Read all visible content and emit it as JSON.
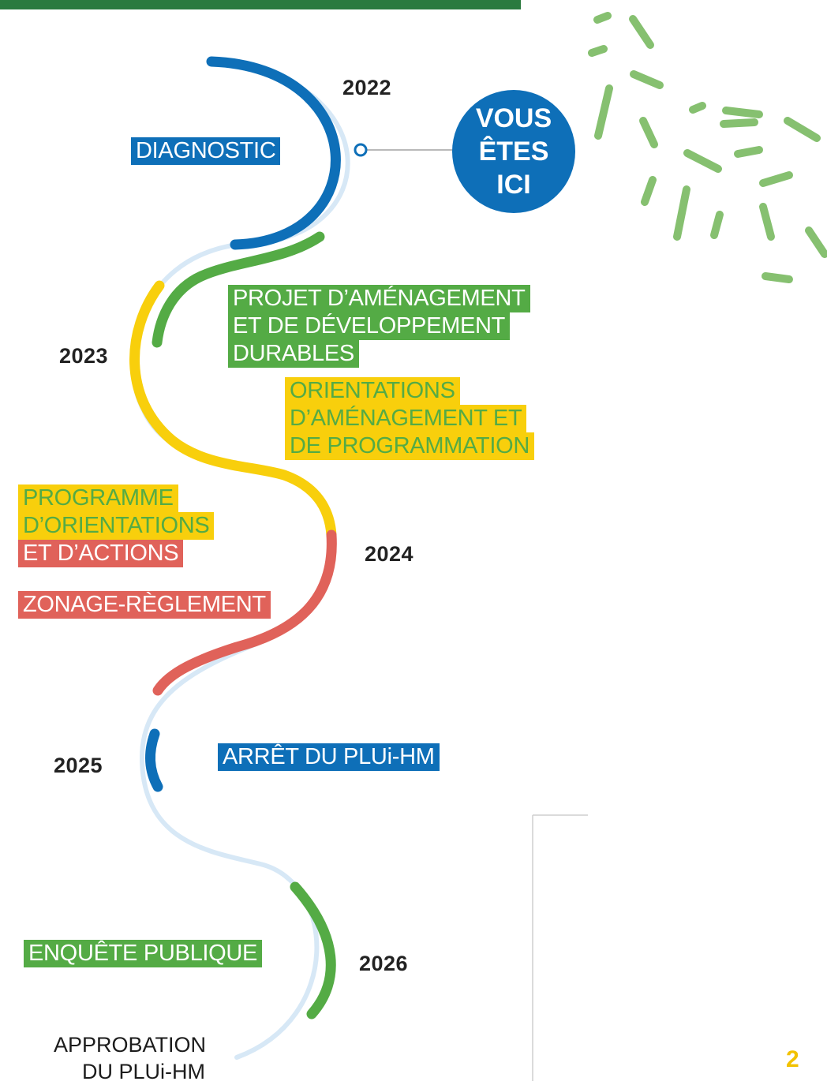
{
  "colors": {
    "blue": "#0e6fb8",
    "green": "#54ab45",
    "yellow": "#f8cf0c",
    "red": "#e0625a",
    "track": "#d7e8f6",
    "leaf": "#86c070",
    "top_band": "#2b7a3f",
    "page_number": "#f2c200"
  },
  "timeline": {
    "years": {
      "y2022": "2022",
      "y2023": "2023",
      "y2024": "2024",
      "y2025": "2025",
      "y2026": "2026"
    },
    "current_badge": {
      "line1": "VOUS",
      "line2": "ÊTES",
      "line3": "ICI"
    },
    "phases": {
      "diagnostic": {
        "lines": [
          "DIAGNOSTIC"
        ]
      },
      "padd": {
        "lines": [
          "PROJET D’AMÉNAGEMENT",
          "ET DE DÉVELOPPEMENT",
          "DURABLES"
        ]
      },
      "oap": {
        "lines": [
          "ORIENTATIONS",
          "D’AMÉNAGEMENT ET",
          "DE PROGRAMMATION"
        ]
      },
      "poa": {
        "lines": [
          "PROGRAMME",
          "D’ORIENTATIONS",
          "ET D’ACTIONS"
        ]
      },
      "zonage": {
        "lines": [
          "ZONAGE-RÈGLEMENT"
        ]
      },
      "arret": {
        "lines": [
          "ARRÊT DU PLUi-HM"
        ]
      },
      "enquete": {
        "lines": [
          "ENQUÊTE PUBLIQUE"
        ]
      }
    },
    "approbation": {
      "line1": "APPROBATION",
      "line2": "DU PLUi-HM"
    }
  },
  "page_number": "2"
}
